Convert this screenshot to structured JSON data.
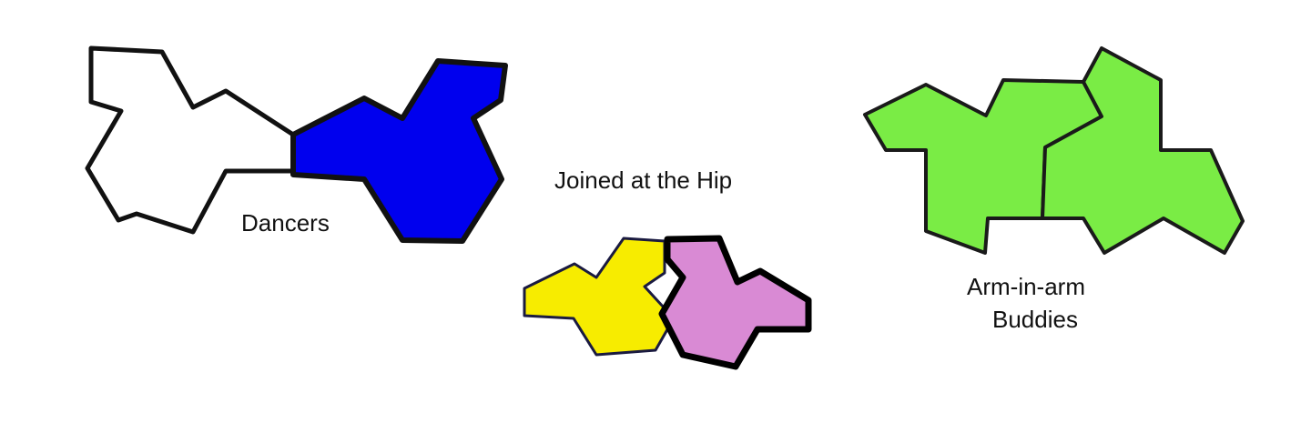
{
  "figures": [
    {
      "id": "dancers",
      "caption": "Dancers",
      "shapes": [
        {
          "name": "left-dancer-shape",
          "fill": "#ffffff",
          "stroke": "#111111"
        },
        {
          "name": "right-dancer-shape",
          "fill": "#0000ee",
          "stroke": "#111111"
        }
      ]
    },
    {
      "id": "joined-at-the-hip",
      "caption": "Joined at the Hip",
      "shapes": [
        {
          "name": "yellow-shape",
          "fill": "#f7ec00",
          "stroke": "#1a1a40"
        },
        {
          "name": "pink-shape",
          "fill": "#d98ad4",
          "stroke": "#000000"
        }
      ]
    },
    {
      "id": "arm-in-arm-buddies",
      "caption_lines": [
        "Arm-in-arm",
        "Buddies"
      ],
      "shapes": [
        {
          "name": "buddy-left-shape",
          "fill": "#7aec45",
          "stroke": "#1a1a1a"
        },
        {
          "name": "buddy-right-shape",
          "fill": "#7aec45",
          "stroke": "#1a1a1a"
        }
      ]
    }
  ]
}
